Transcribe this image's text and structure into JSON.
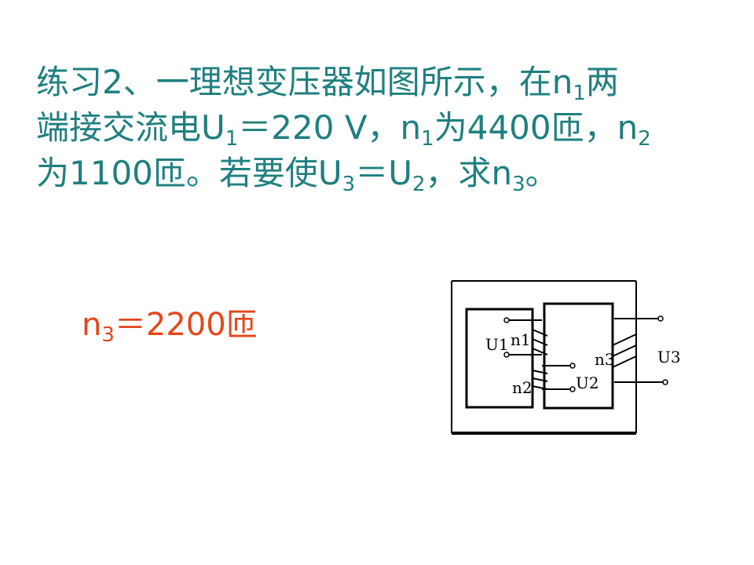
{
  "problem": {
    "line1": {
      "a": "练习2、一理想变压器如图所示，在n",
      "sub": "1",
      "b": "两"
    },
    "line2": {
      "a": "端接交流电U",
      "sub1": "1",
      "b": "＝220 V，n",
      "sub2": "1",
      "c": "为4400匝，n",
      "sub3": "2"
    },
    "line3": {
      "a": "为1100匝。若要使U",
      "sub1": "3",
      "b": "＝U",
      "sub2": "2",
      "c": "，求n",
      "sub3": "3",
      "d": "。"
    }
  },
  "answer": {
    "a": "n",
    "sub": "3",
    "b": "＝2200匝"
  },
  "diagram": {
    "labels": {
      "u1": "U1",
      "n1": "n1",
      "n2": "n2",
      "u2": "U2",
      "n3": "n3",
      "u3": "U3"
    }
  }
}
